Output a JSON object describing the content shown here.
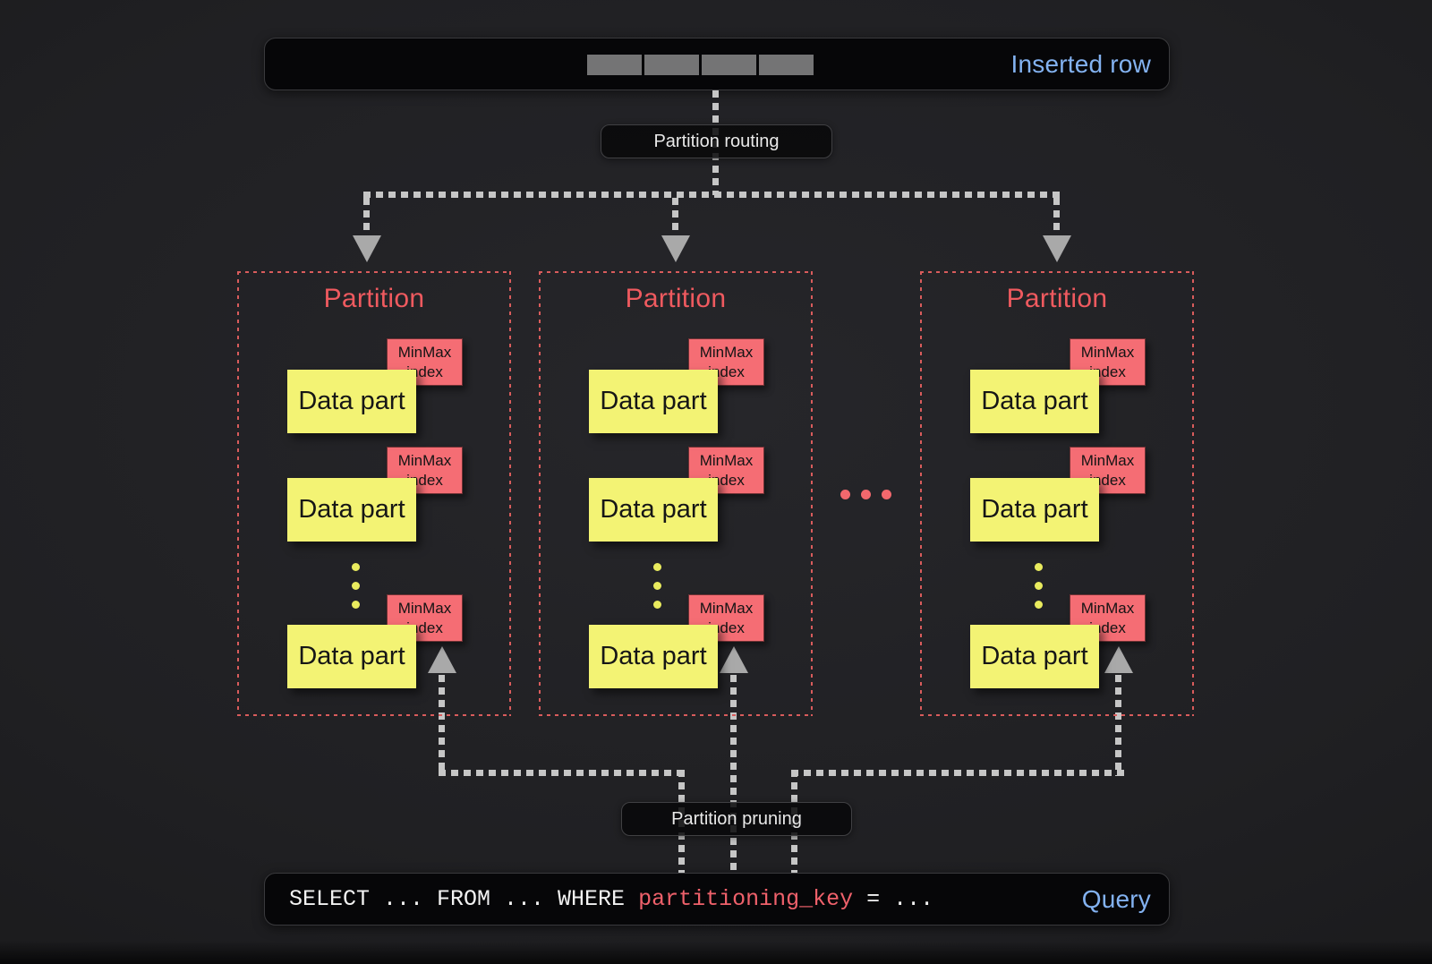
{
  "colors": {
    "background": "#202023",
    "bar_background": "#060608",
    "blue_label": "#83b2f1",
    "partition_title": "#ef5a5f",
    "partition_border": "#d95c5c",
    "data_part_yellow": "#f3f374",
    "minmax_tag_red": "#f56d74",
    "dotted_line_gray": "#c6c6c6",
    "query_key_red": "#ef616b"
  },
  "inserted_row_bar": {
    "label": "Inserted row",
    "segment_count": 4
  },
  "routing_pill": {
    "label": "Partition routing"
  },
  "pruning_pill": {
    "label": "Partition pruning"
  },
  "partitions": [
    {
      "title": "Partition",
      "parts": [
        {
          "box": "Data part",
          "tag": "MinMax index"
        },
        {
          "box": "Data part",
          "tag": "MinMax index"
        },
        {
          "box": "Data part",
          "tag": "MinMax index"
        }
      ]
    },
    {
      "title": "Partition",
      "parts": [
        {
          "box": "Data part",
          "tag": "MinMax index"
        },
        {
          "box": "Data part",
          "tag": "MinMax index"
        },
        {
          "box": "Data part",
          "tag": "MinMax index"
        }
      ]
    },
    {
      "title": "Partition",
      "parts": [
        {
          "box": "Data part",
          "tag": "MinMax index"
        },
        {
          "box": "Data part",
          "tag": "MinMax index"
        },
        {
          "box": "Data part",
          "tag": "MinMax index"
        }
      ]
    }
  ],
  "query_bar": {
    "code_prefix": "SELECT ... FROM ... WHERE ",
    "code_key": "partitioning_key",
    "code_suffix": " = ...",
    "label": "Query"
  }
}
